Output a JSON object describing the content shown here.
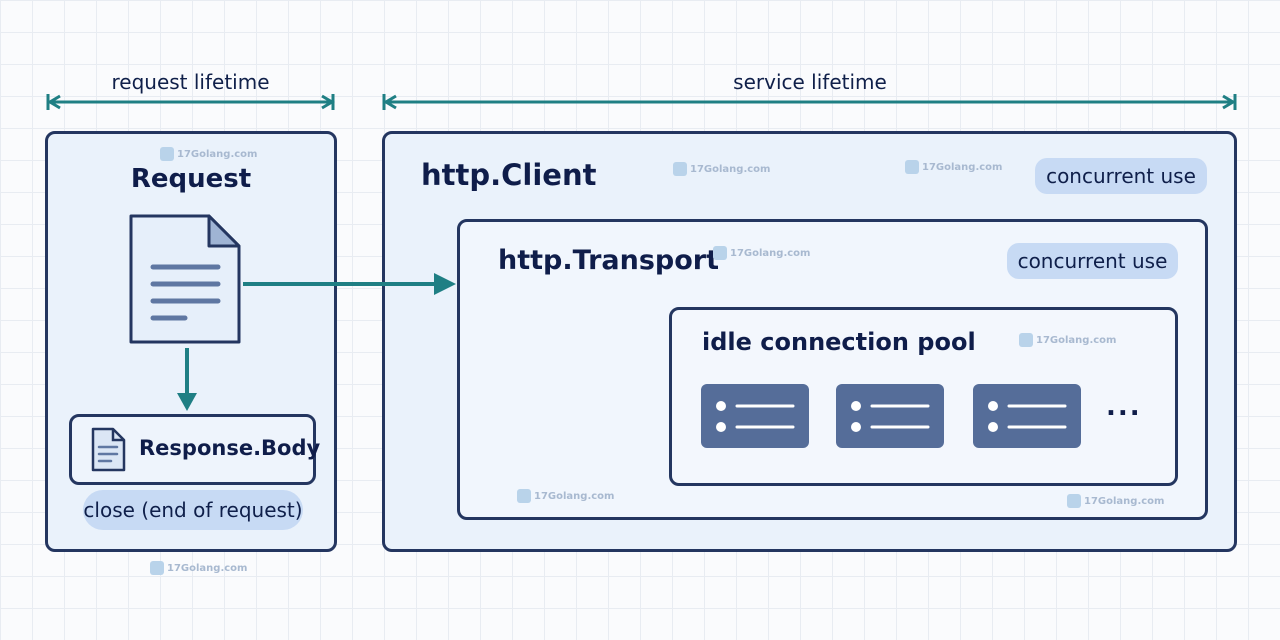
{
  "spans": {
    "request_lifetime": "request lifetime",
    "service_lifetime": "service lifetime"
  },
  "request_panel": {
    "title": "Request",
    "response_body": "Response.Body",
    "close_note": "close (end of request)"
  },
  "client_panel": {
    "title": "http.Client",
    "badge": "concurrent use"
  },
  "transport_panel": {
    "title": "http.Transport",
    "badge": "concurrent use"
  },
  "pool_panel": {
    "title": "idle connection pool",
    "ellipsis": "..."
  },
  "watermark": "17Golang.com",
  "colors": {
    "arrow": "#1f7f84",
    "border": "#243660",
    "panel_fill": "#eaf2fb",
    "badge_fill": "#c7daf4",
    "connection_fill": "#556d99"
  }
}
